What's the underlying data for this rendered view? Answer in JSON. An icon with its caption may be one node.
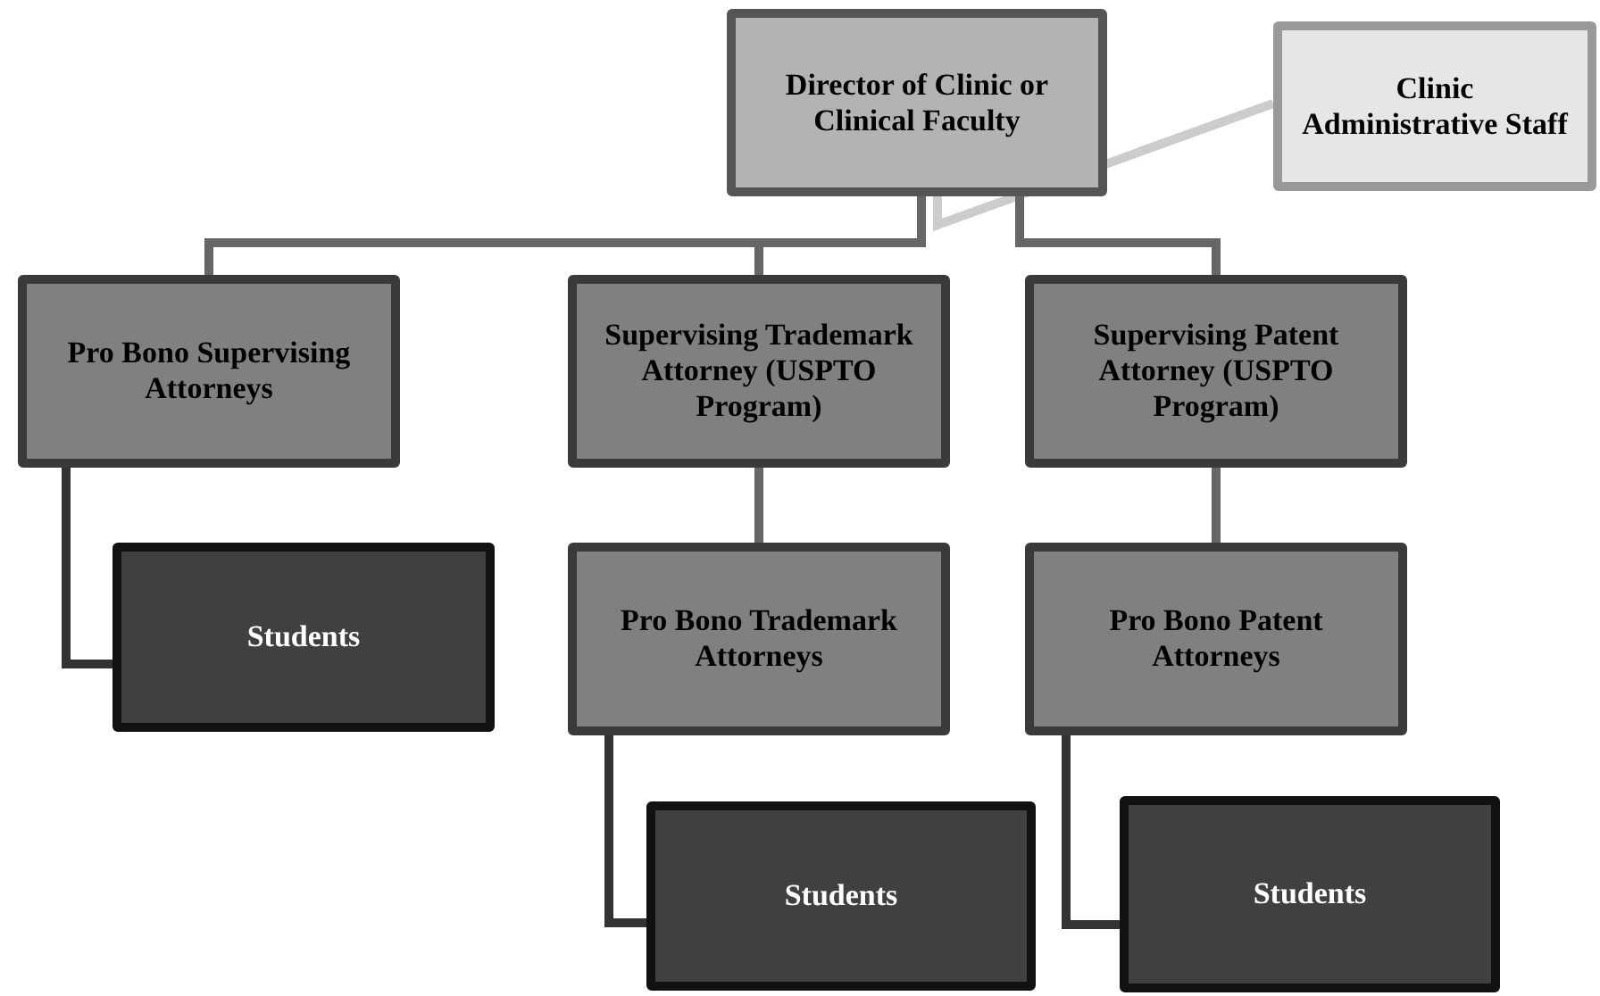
{
  "diagram": {
    "nodes": [
      {
        "text": [
          "Director of Clinic or Clinical Faculty"
        ]
      },
      {
        "text": [
          "Clinic Administrative Staff"
        ]
      },
      {
        "text": [
          "Pro Bono Supervising Attorneys"
        ]
      },
      {
        "text": [
          "Supervising Trademark Attorney (USPTO Program)"
        ]
      },
      {
        "text": [
          "Supervising Patent Attorney (USPTO Program)"
        ]
      },
      {
        "text": [
          "Students"
        ]
      },
      {
        "text": [
          "Pro Bono Trademark Attorneys"
        ]
      },
      {
        "text": [
          "Pro Bono Patent Attorneys"
        ]
      },
      {
        "text": [
          "Students"
        ]
      },
      {
        "text": [
          "Students"
        ]
      }
    ],
    "edges": [
      {
        "from": 0,
        "to": 1,
        "arrow": "none",
        "color": "#cccccc"
      },
      {
        "from": 0,
        "to": 2,
        "arrow": "none"
      },
      {
        "from": 0,
        "to": 3,
        "arrow": "none"
      },
      {
        "from": 0,
        "to": 4,
        "arrow": "none"
      },
      {
        "from": 2,
        "to": 5,
        "arrow": "none",
        "color": "#333333"
      },
      {
        "from": 3,
        "to": 6,
        "arrow": "none"
      },
      {
        "from": 4,
        "to": 7,
        "arrow": "none"
      },
      {
        "from": 6,
        "to": 8,
        "arrow": "none",
        "color": "#333333"
      },
      {
        "from": 7,
        "to": 9,
        "arrow": "none",
        "color": "#333333"
      }
    ]
  }
}
